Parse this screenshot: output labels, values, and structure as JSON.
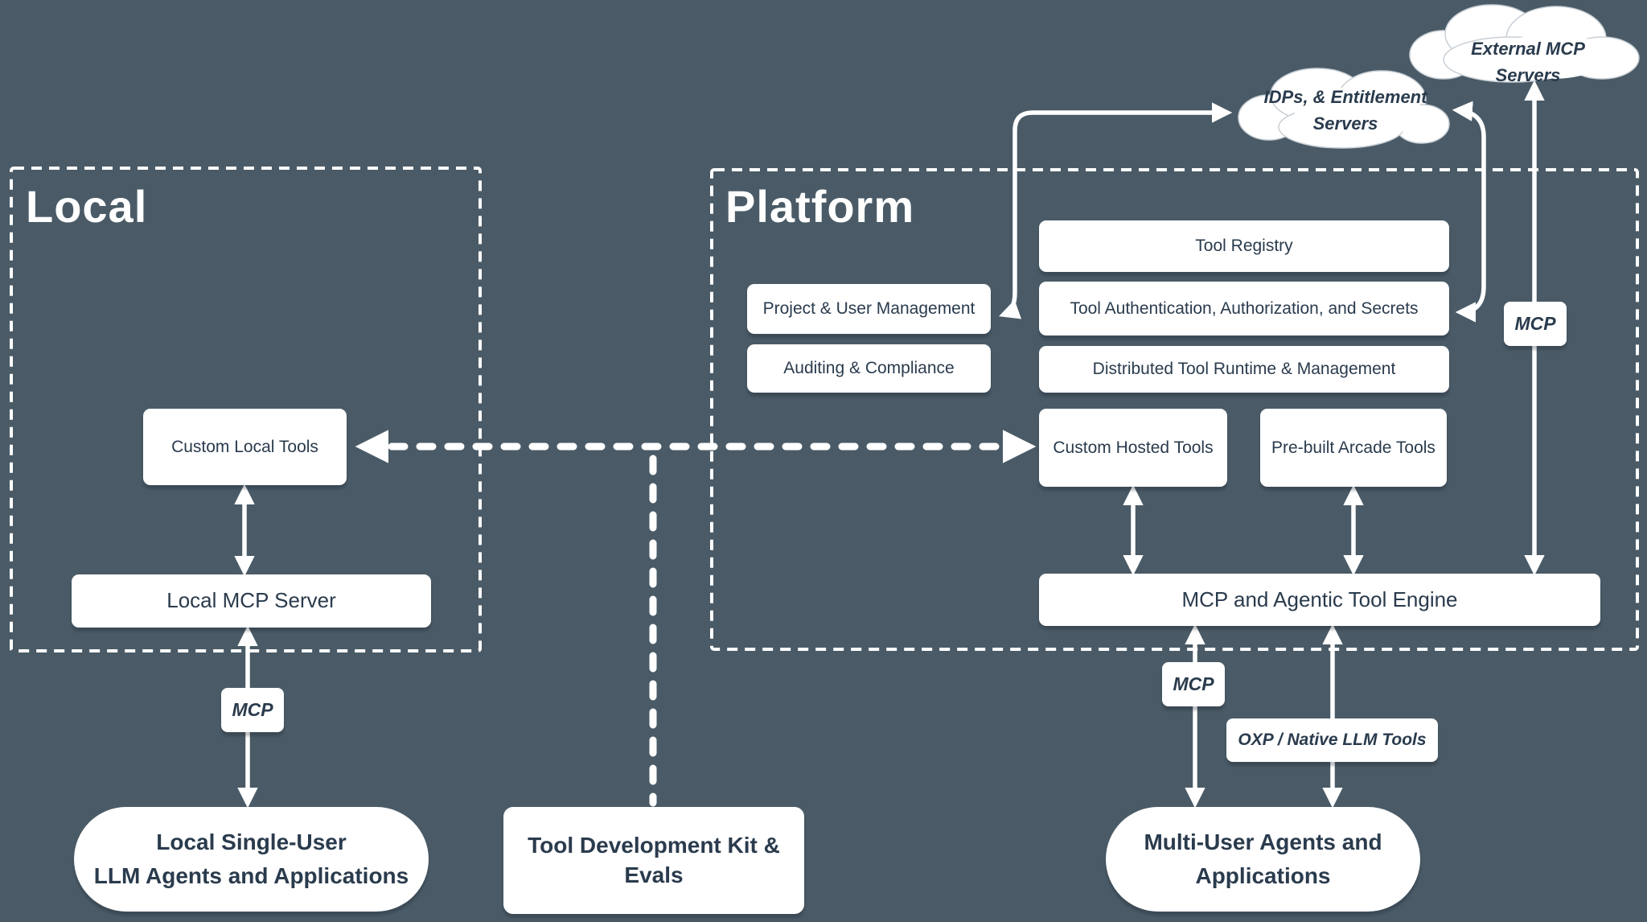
{
  "colors": {
    "background": "#4a5b67",
    "box_fill": "#ffffff",
    "box_text": "#2a3b4d",
    "line": "#ffffff"
  },
  "local": {
    "title": "Local",
    "custom_local_tools": "Custom Local Tools",
    "local_mcp_server": "Local MCP Server",
    "mcp_label": "MCP",
    "agents": {
      "line1": "Local Single-User",
      "line2": "LLM Agents and Applications"
    }
  },
  "middle": {
    "tool_dev_kit": "Tool Development Kit & Evals"
  },
  "platform": {
    "title": "Platform",
    "tool_registry": "Tool Registry",
    "project_user_mgmt": "Project & User Management",
    "tool_auth": "Tool Authentication, Authorization, and Secrets",
    "auditing": "Auditing & Compliance",
    "distributed_runtime": "Distributed Tool Runtime & Management",
    "custom_hosted_tools": "Custom Hosted Tools",
    "prebuilt_arcade_tools": "Pre-built Arcade Tools",
    "engine": "MCP and Agentic Tool Engine",
    "mcp_label_top": "MCP",
    "mcp_label_bottom": "MCP",
    "oxp_label": "OXP / Native LLM Tools"
  },
  "multi_user_agents": {
    "line1": "Multi-User Agents and",
    "line2": "Applications"
  },
  "clouds": {
    "external_mcp": "External MCP Servers",
    "idps": {
      "line1": "IDPs, & Entitlement",
      "line2": "Servers"
    }
  }
}
